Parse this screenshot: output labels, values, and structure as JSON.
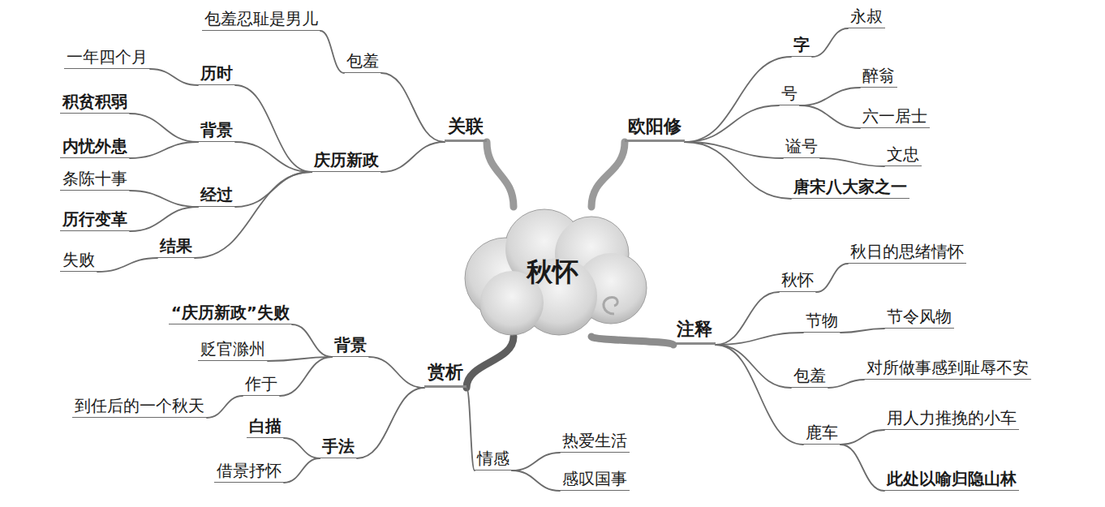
{
  "diagram": {
    "nodes": [
      {
        "text": [
          "秋怀"
        ]
      },
      {
        "text": [
          "关联"
        ]
      },
      {
        "text": [
          "包羞"
        ]
      },
      {
        "text": [
          "包羞忍耻是男儿"
        ]
      },
      {
        "text": [
          "庆历新政"
        ]
      },
      {
        "text": [
          "历时"
        ]
      },
      {
        "text": [
          "一年四个月"
        ]
      },
      {
        "text": [
          "背景"
        ]
      },
      {
        "text": [
          "积贫积弱"
        ]
      },
      {
        "text": [
          "内忧外患"
        ]
      },
      {
        "text": [
          "经过"
        ]
      },
      {
        "text": [
          "条陈十事"
        ]
      },
      {
        "text": [
          "历行变革"
        ]
      },
      {
        "text": [
          "结果"
        ]
      },
      {
        "text": [
          "失败"
        ]
      },
      {
        "text": [
          "欧阳修"
        ]
      },
      {
        "text": [
          "字"
        ]
      },
      {
        "text": [
          "永叔"
        ]
      },
      {
        "text": [
          "号"
        ]
      },
      {
        "text": [
          "醉翁"
        ]
      },
      {
        "text": [
          "六一居士"
        ]
      },
      {
        "text": [
          "谥号"
        ]
      },
      {
        "text": [
          "文忠"
        ]
      },
      {
        "text": [
          "唐宋八大家之一"
        ]
      },
      {
        "text": [
          "注释"
        ]
      },
      {
        "text": [
          "秋怀"
        ]
      },
      {
        "text": [
          "秋日的思绪情怀"
        ]
      },
      {
        "text": [
          "节物"
        ]
      },
      {
        "text": [
          "节令风物"
        ]
      },
      {
        "text": [
          "包羞"
        ]
      },
      {
        "text": [
          "对所做事感到耻辱不安"
        ]
      },
      {
        "text": [
          "鹿车"
        ]
      },
      {
        "text": [
          "用人力推挽的小车"
        ]
      },
      {
        "text": [
          "此处以喻归隐山林"
        ]
      },
      {
        "text": [
          "赏析"
        ]
      },
      {
        "text": [
          "背景"
        ]
      },
      {
        "text": [
          "“庆历新政”失败"
        ]
      },
      {
        "text": [
          "贬官滁州"
        ]
      },
      {
        "text": [
          "作于"
        ]
      },
      {
        "text": [
          "到任后的一个秋天"
        ]
      },
      {
        "text": [
          "手法"
        ]
      },
      {
        "text": [
          "白描"
        ]
      },
      {
        "text": [
          "借景抒怀"
        ]
      },
      {
        "text": [
          "情感"
        ]
      },
      {
        "text": [
          "热爱生活"
        ]
      },
      {
        "text": [
          "感叹国事"
        ]
      }
    ],
    "edges": [
      {
        "from": 0,
        "to": 1,
        "arrow": "none"
      },
      {
        "from": 1,
        "to": 2,
        "arrow": "none"
      },
      {
        "from": 2,
        "to": 3,
        "arrow": "none"
      },
      {
        "from": 1,
        "to": 4,
        "arrow": "none"
      },
      {
        "from": 4,
        "to": 5,
        "arrow": "none"
      },
      {
        "from": 5,
        "to": 6,
        "arrow": "none"
      },
      {
        "from": 4,
        "to": 7,
        "arrow": "none"
      },
      {
        "from": 7,
        "to": 8,
        "arrow": "none"
      },
      {
        "from": 7,
        "to": 9,
        "arrow": "none"
      },
      {
        "from": 4,
        "to": 10,
        "arrow": "none"
      },
      {
        "from": 10,
        "to": 11,
        "arrow": "none"
      },
      {
        "from": 10,
        "to": 12,
        "arrow": "none"
      },
      {
        "from": 4,
        "to": 13,
        "arrow": "none"
      },
      {
        "from": 13,
        "to": 14,
        "arrow": "none"
      },
      {
        "from": 0,
        "to": 15,
        "arrow": "none"
      },
      {
        "from": 15,
        "to": 16,
        "arrow": "none"
      },
      {
        "from": 16,
        "to": 17,
        "arrow": "none"
      },
      {
        "from": 15,
        "to": 18,
        "arrow": "none"
      },
      {
        "from": 18,
        "to": 19,
        "arrow": "none"
      },
      {
        "from": 18,
        "to": 20,
        "arrow": "none"
      },
      {
        "from": 15,
        "to": 21,
        "arrow": "none"
      },
      {
        "from": 21,
        "to": 22,
        "arrow": "none"
      },
      {
        "from": 15,
        "to": 23,
        "arrow": "none"
      },
      {
        "from": 0,
        "to": 24,
        "arrow": "none"
      },
      {
        "from": 24,
        "to": 25,
        "arrow": "none"
      },
      {
        "from": 25,
        "to": 26,
        "arrow": "none"
      },
      {
        "from": 24,
        "to": 27,
        "arrow": "none"
      },
      {
        "from": 27,
        "to": 28,
        "arrow": "none"
      },
      {
        "from": 24,
        "to": 29,
        "arrow": "none"
      },
      {
        "from": 29,
        "to": 30,
        "arrow": "none"
      },
      {
        "from": 24,
        "to": 31,
        "arrow": "none"
      },
      {
        "from": 31,
        "to": 32,
        "arrow": "none"
      },
      {
        "from": 31,
        "to": 33,
        "arrow": "none"
      },
      {
        "from": 0,
        "to": 34,
        "arrow": "none"
      },
      {
        "from": 34,
        "to": 35,
        "arrow": "none"
      },
      {
        "from": 35,
        "to": 36,
        "arrow": "none"
      },
      {
        "from": 35,
        "to": 37,
        "arrow": "none"
      },
      {
        "from": 35,
        "to": 38,
        "arrow": "none"
      },
      {
        "from": 38,
        "to": 39,
        "arrow": "none"
      },
      {
        "from": 34,
        "to": 40,
        "arrow": "none"
      },
      {
        "from": 40,
        "to": 41,
        "arrow": "none"
      },
      {
        "from": 40,
        "to": 42,
        "arrow": "none"
      },
      {
        "from": 34,
        "to": 43,
        "arrow": "none"
      },
      {
        "from": 43,
        "to": 44,
        "arrow": "none"
      },
      {
        "from": 43,
        "to": 45,
        "arrow": "none"
      }
    ]
  }
}
